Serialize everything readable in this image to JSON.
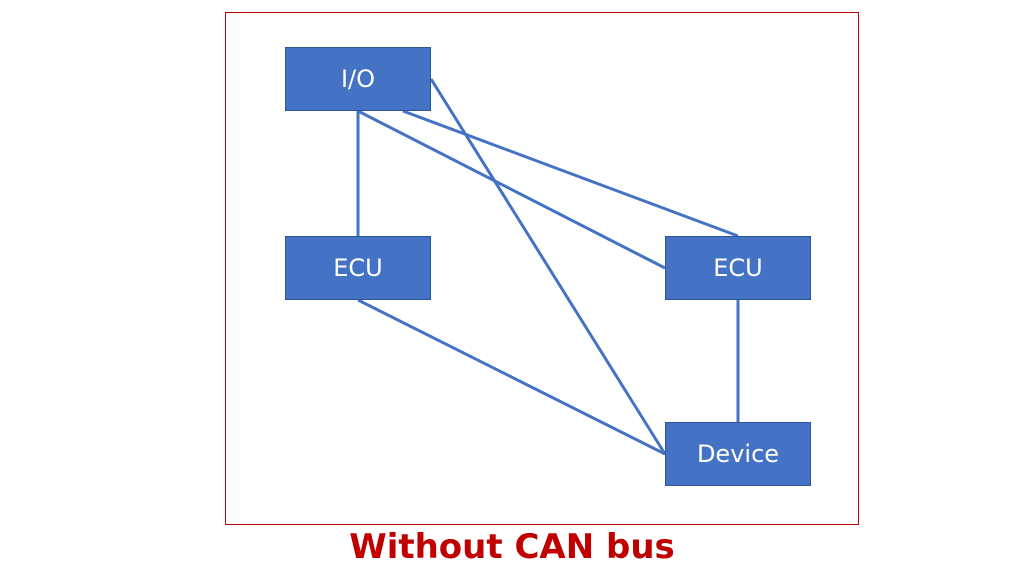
{
  "diagram": {
    "nodes": [
      {
        "id": "io",
        "label": "I/O"
      },
      {
        "id": "ecu_left",
        "label": "ECU"
      },
      {
        "id": "ecu_right",
        "label": "ECU"
      },
      {
        "id": "device",
        "label": "Device"
      }
    ],
    "edges": [
      {
        "from": "io",
        "to": "ecu_left"
      },
      {
        "from": "io",
        "to": "ecu_right"
      },
      {
        "from": "io",
        "to": "ecu_right"
      },
      {
        "from": "io",
        "to": "device"
      },
      {
        "from": "ecu_left",
        "to": "device"
      },
      {
        "from": "ecu_right",
        "to": "device"
      }
    ],
    "caption": "Without CAN bus",
    "colors": {
      "node_fill": "#4472c4",
      "edge": "#4472c4",
      "frame": "#c00000",
      "caption": "#c00000"
    }
  }
}
